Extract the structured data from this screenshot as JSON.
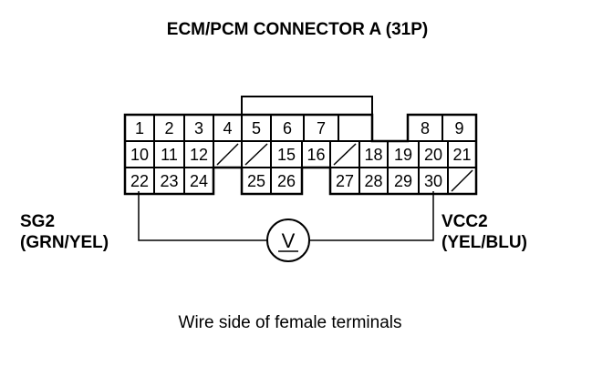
{
  "title": "ECM/PCM CONNECTOR A (31P)",
  "caption": "Wire side of female terminals",
  "meter_symbol": "V",
  "left_terminal": {
    "name": "SG2",
    "wire": "(GRN/YEL)",
    "pin": "22"
  },
  "right_terminal": {
    "name": "VCC2",
    "wire": "(YEL/BLU)",
    "pin": "30"
  },
  "connector": {
    "row1": [
      "1",
      "2",
      "3",
      "4",
      "5",
      "6",
      "7",
      "",
      "8",
      "9"
    ],
    "row2": [
      "10",
      "11",
      "12",
      "/",
      "/",
      "15",
      "16",
      "/",
      "18",
      "19",
      "20",
      "21"
    ],
    "row3": [
      "22",
      "23",
      "24",
      "25",
      "26",
      "27",
      "28",
      "29",
      "30",
      "/"
    ]
  }
}
